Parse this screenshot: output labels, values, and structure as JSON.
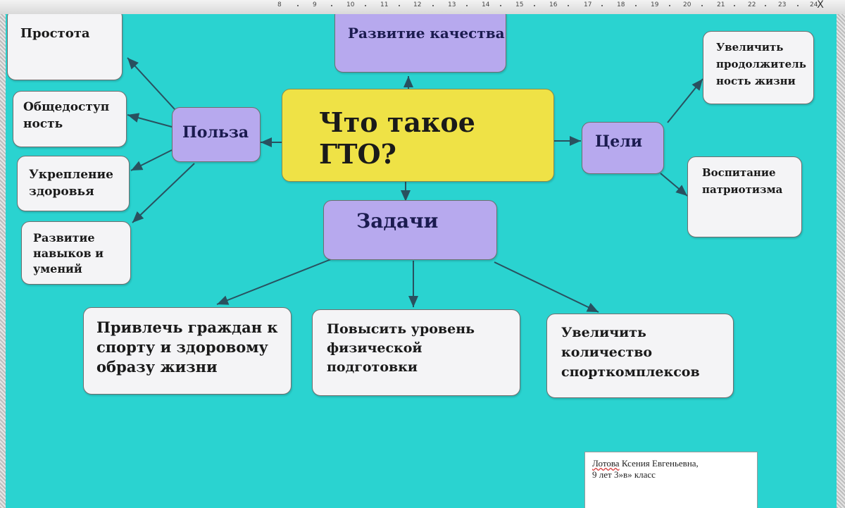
{
  "ruler": {
    "ticks": [
      "8",
      "9",
      "10",
      "11",
      "12",
      "13",
      "14",
      "15",
      "16",
      "17",
      "18",
      "19",
      "20",
      "21",
      "22",
      "23",
      "24"
    ]
  },
  "window": {
    "close_glyph": "X"
  },
  "mindmap": {
    "center": "Что такое ГТО?",
    "top_node": "Развитие качества",
    "left_hub": "Польза",
    "right_hub": "Цели",
    "bottom_hub": "Задачи",
    "left_items": [
      "Простота",
      "Общедоступ\nность",
      "Укрепление\nздоровья",
      "Развитие\nнавыков и\nумений"
    ],
    "right_items": [
      "Увеличить\nпродолжитель\nность жизни",
      "Воспитание\nпатриотизма"
    ],
    "bottom_items": [
      "Привлечь граждан к\nспорту и здоровому\nобразу жизни",
      "Повысить уровень\nфизической\nподготовки",
      "Увеличить\nколичество\nспорткомплексов"
    ]
  },
  "author": {
    "line1_name": "Лотова",
    "line1_rest": " Ксения Евгеньевна,",
    "line2": "9 лет  3»в» класс"
  },
  "colors": {
    "background": "#2ad3d0",
    "center_fill": "#efe246",
    "hub_fill": "#b7a9ee",
    "leaf_fill": "#f4f4f6",
    "connector": "#29515f"
  }
}
